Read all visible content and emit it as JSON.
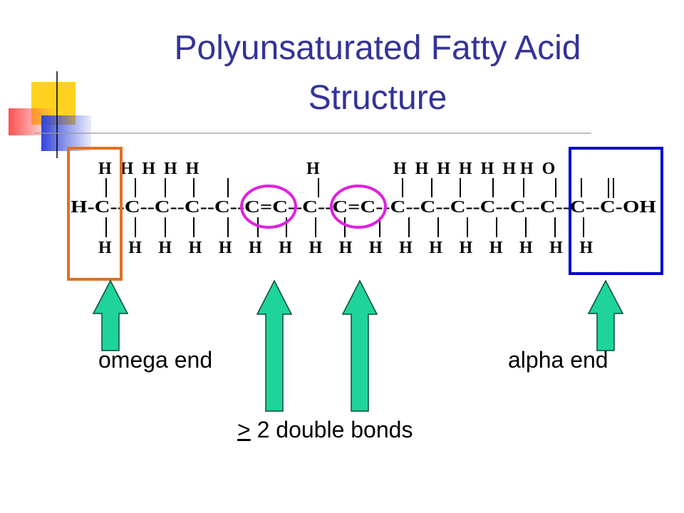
{
  "slide": {
    "title_line1": "Polyunsaturated Fatty Acid",
    "title_line2": "Structure"
  },
  "molecule": {
    "top_h_row": "H  H  H  H  H",
    "top_h_mid": "H",
    "top_h_right": "H  H  H  H  H  H H  O",
    "chain": "H-C--C--C--C--C--C=C--C--C=C--C--C--C--C--C--C--C--C-OH",
    "bottom_h_row": "H  H  H  H  H  H  H  H  H  H  H  H  H  H  H  H  H",
    "double_bond_symbol": "="
  },
  "labels": {
    "omega": "omega end",
    "alpha": "alpha end",
    "double_bonds_symbol": ">",
    "double_bonds_text": " 2 double bonds"
  },
  "colors": {
    "title": "#333399",
    "omega_box": "#E07020",
    "alpha_box": "#0000CC",
    "double_bond_circle": "#E020E0",
    "arrow_fill": "#1ED49A",
    "arrow_stroke": "#0A4A3A",
    "deco_yellow": "#FFD21F",
    "deco_red": "#FF5050",
    "deco_blue": "#3344DD"
  }
}
